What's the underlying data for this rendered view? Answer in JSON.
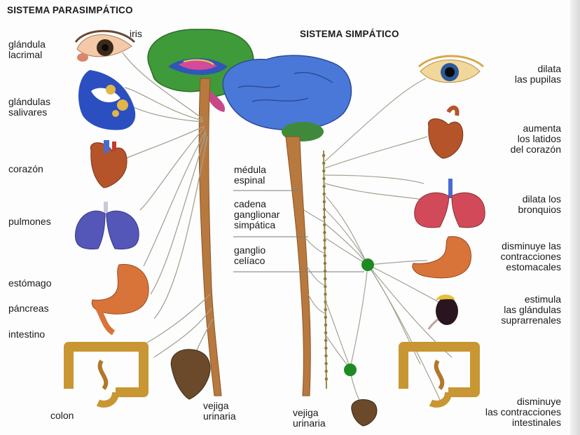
{
  "titles": {
    "parasympathetic": "SISTEMA PARASIMPÁTICO",
    "sympathetic": "SISTEMA SIMPÁTICO"
  },
  "left_labels": {
    "iris": "iris",
    "lacrimal": "glándula\nlacrimal",
    "salivary": "glándulas\nsalivares",
    "heart": "corazón",
    "lungs": "pulmones",
    "stomach": "estómago",
    "pancreas": "páncreas",
    "intestine": "intestino",
    "colon": "colon",
    "bladder": "vejiga\nurinaria"
  },
  "center_labels": {
    "spinal_cord": "médula\nespinal",
    "ganglion_chain": "cadena\nganglionar\nsimpática",
    "celiac": "ganglio\ncelíaco",
    "bladder": "vejiga\nurinaria"
  },
  "right_labels": {
    "pupils": "dilata\nlas pupilas",
    "heart": "aumenta\nlos latidos\ndel corazón",
    "bronchi": "dilata los\nbronquios",
    "stomach": "disminuye las\ncontracciones\nestomacales",
    "adrenal": "estimula\nlas glándulas\nsuprarrenales",
    "intestine": "disminuye\nlas contracciones\nintestinales"
  },
  "colors": {
    "green_brain": "#3f9a3a",
    "blue_brain": "#4a78d8",
    "spinal_cord": "#b8793f",
    "ganglion": "#1e8a22",
    "nerve": "#9c9c8c",
    "heart": "#b5542a",
    "lungs": "#5456b8",
    "colon": "#c89632"
  }
}
